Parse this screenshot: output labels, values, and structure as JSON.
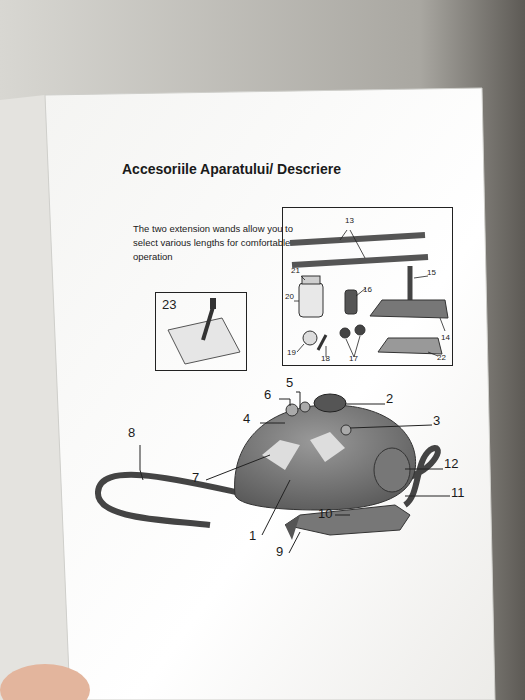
{
  "diagram": {
    "title": "Accesoriile Aparatului/ Descriere",
    "nodes": [
      {
        "text": [
          "13",
          "21",
          "20",
          "16",
          "15",
          "14",
          "19",
          "18",
          "17",
          "22"
        ]
      },
      {
        "text": [
          "23"
        ]
      }
    ],
    "labels": [
      "The two extension wands allow you to select various lengths for comfortable operation",
      "5",
      "6",
      "2",
      "4",
      "3",
      "8",
      "12",
      "7",
      "11",
      "10",
      "1",
      "9"
    ]
  }
}
